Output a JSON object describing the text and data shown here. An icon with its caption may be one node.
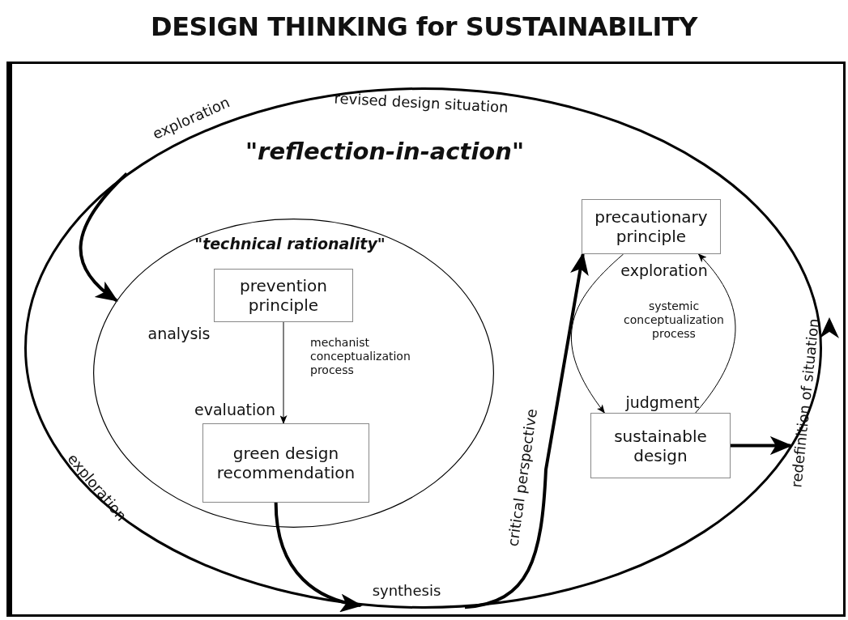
{
  "diagram": {
    "title": "DESIGN THINKING for SUSTAINABILITY",
    "nodes": [
      {
        "text": [
          "\"reflection-in-action\""
        ]
      },
      {
        "text": [
          "\"technical rationality\""
        ],
        "in": 0
      },
      {
        "text": [
          "prevention principle"
        ],
        "in": 1,
        "beside": [
          "analysis"
        ]
      },
      {
        "text": [
          "green design recommendation"
        ],
        "in": 1,
        "beside": [
          "evaluation"
        ]
      },
      {
        "text": [
          "precautionary principle"
        ],
        "in": 0,
        "beside": [
          "exploration"
        ]
      },
      {
        "text": [
          "sustainable design"
        ],
        "in": 0,
        "beside": [
          "judgment"
        ]
      }
    ],
    "edges": [
      {
        "from": 0,
        "to": 1,
        "arrow": "to"
      },
      {
        "from": 2,
        "to": 3,
        "arrow": "to",
        "label": "mechanist conceptualization process"
      },
      {
        "from": 3,
        "to": 0,
        "arrow": "to"
      },
      {
        "from": 0,
        "to": 4,
        "arrow": "to",
        "label": "critical perspective"
      },
      {
        "from": 4,
        "to": 5,
        "arrow": "to"
      },
      {
        "from": 5,
        "to": 4,
        "arrow": "to"
      },
      {
        "from": 5,
        "to": 0,
        "arrow": "to"
      }
    ],
    "labels": [
      "revised design situation",
      "exploration",
      "systemic conceptualization process",
      "exploration",
      "synthesis",
      "redefinition of situation"
    ]
  }
}
